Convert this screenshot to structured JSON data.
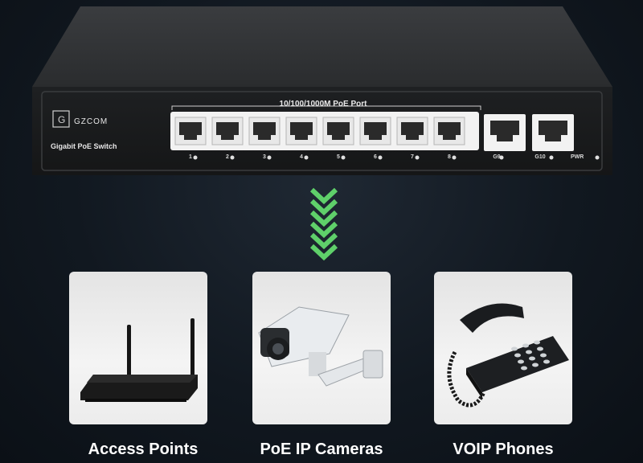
{
  "switch": {
    "brand": "GZCOM",
    "model": "Gigabit PoE Switch",
    "port_group_label": "10/100/1000M PoE Port",
    "ports": [
      "1",
      "2",
      "3",
      "4",
      "5",
      "6",
      "7",
      "8"
    ],
    "uplinks": [
      "G9",
      "G10"
    ],
    "power_label": "PWR"
  },
  "devices": [
    {
      "label": "Access Points",
      "icon": "router-icon"
    },
    {
      "label": "PoE IP Cameras",
      "icon": "security-camera-icon"
    },
    {
      "label": "VOIP Phones",
      "icon": "desk-phone-icon"
    }
  ],
  "colors": {
    "arrow": "#5fd06a",
    "background": "#141b23",
    "switch_body": "#222426"
  }
}
